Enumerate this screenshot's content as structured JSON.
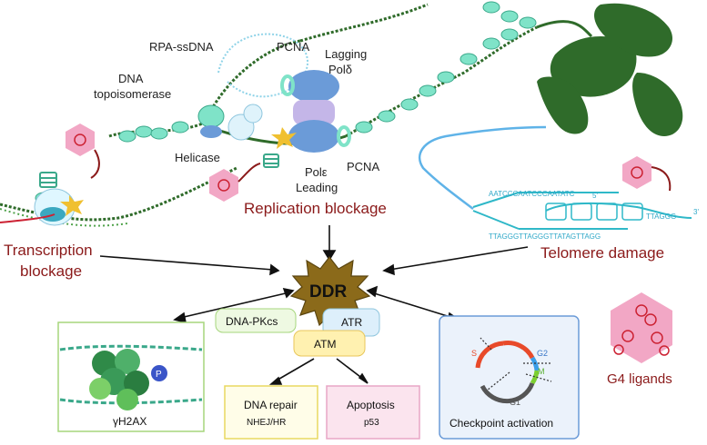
{
  "labels": {
    "rpa": "RPA-ssDNA",
    "pcna_top": "PCNA",
    "lagging": "Lagging",
    "pol_delta": "Polδ",
    "dna": "DNA",
    "topo": "topoisomerase",
    "helicase": "Helicase",
    "pol_eps": "Polε",
    "leading": "Leading",
    "pcna_bottom": "PCNA",
    "replication_blockage": "Replication blockage",
    "transcription": "Transcription",
    "blockage": "blockage",
    "telomere_damage": "Telomere damage",
    "telo_top": "AATCCCAATCCCAATATC",
    "telo_5": "5'",
    "telo_3": "3'",
    "telo_bottom": "TTAGGGTTAGGGTTATAGTTAGG",
    "telo_right": "TTAGGG",
    "ddr": "DDR",
    "dnapkcs": "DNA-PKcs",
    "atr": "ATR",
    "atm": "ATM",
    "h2ax": "γH2AX",
    "p": "P",
    "dna_repair": "DNA repair",
    "nhej": "NHEJ/HR",
    "apoptosis": "Apoptosis",
    "p53": "p53",
    "checkpoint": "Checkpoint activation",
    "s": "S",
    "g2": "G2",
    "m": "M",
    "g1": "G1",
    "g4": "G4 ligands"
  },
  "colors": {
    "dark_red": "#8b1a1a",
    "star": "#7a5010",
    "pink": "#f2a7c5",
    "teal": "#7fe3c8",
    "blue_pol": "#6b9bd8",
    "chromosome": "#2f6b2a"
  }
}
